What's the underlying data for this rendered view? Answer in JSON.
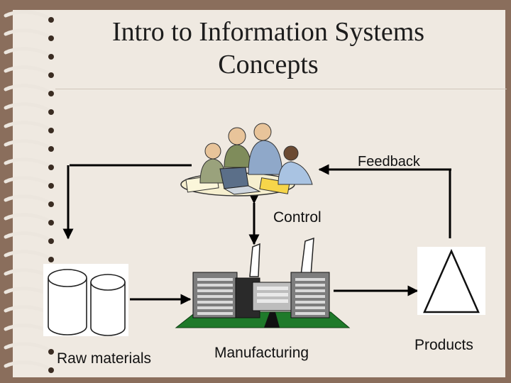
{
  "slide": {
    "title_line1": "Intro to Information Systems",
    "title_line2": "Concepts",
    "background_color": "#8a6e5c",
    "slide_color": "#efe9e1"
  },
  "diagram": {
    "labels": {
      "feedback": "Feedback",
      "control": "Control",
      "raw_materials": "Raw materials",
      "manufacturing": "Manufacturing",
      "products": "Products"
    },
    "icons": [
      "team-meeting-illustration",
      "cylinders-icon",
      "factory-illustration",
      "triangle-icon"
    ]
  }
}
